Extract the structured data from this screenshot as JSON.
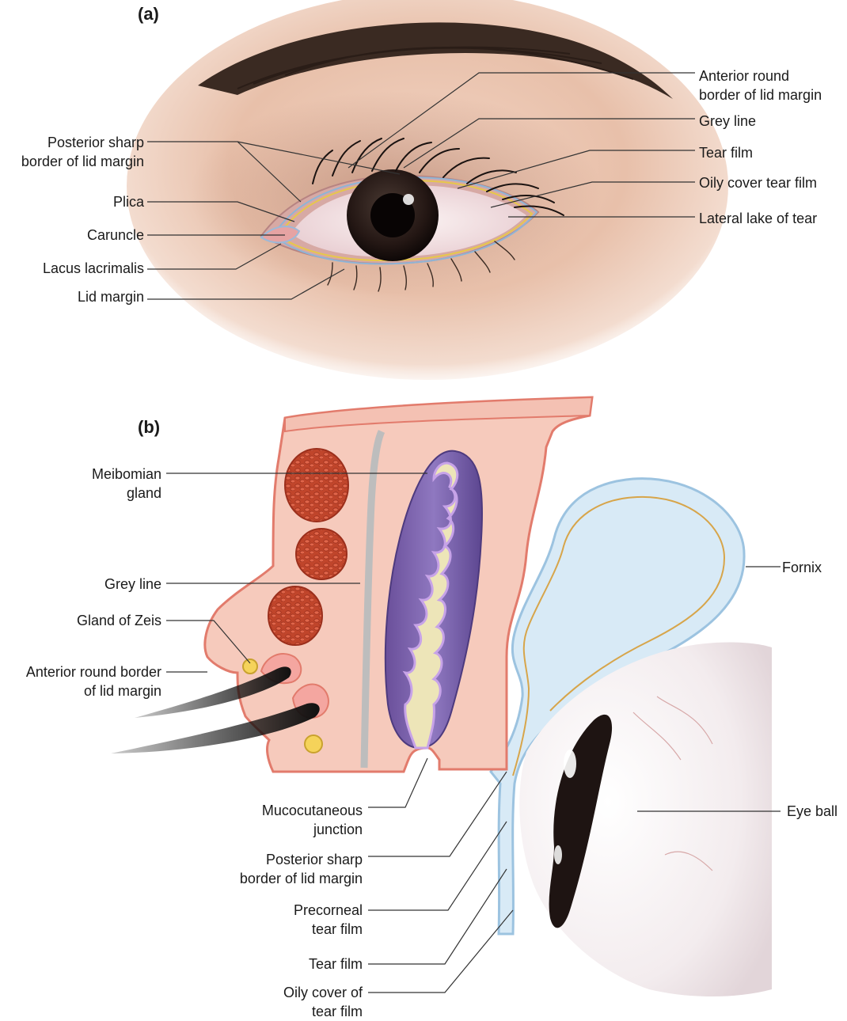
{
  "panels": {
    "a": "(a)",
    "b": "(b)"
  },
  "panel_a": {
    "left": {
      "posterior_sharp": [
        "Posterior sharp",
        "border of lid margin"
      ],
      "plica": "Plica",
      "caruncle": "Caruncle",
      "lacus": "Lacus lacrimalis",
      "lid_margin": "Lid margin"
    },
    "right": {
      "anterior_round": [
        "Anterior round",
        "border of lid margin"
      ],
      "grey_line": "Grey line",
      "tear_film": "Tear film",
      "oily_cover": "Oily cover tear film",
      "lateral_lake": "Lateral lake of tear"
    }
  },
  "panel_b": {
    "meibomian": [
      "Meibomian",
      "gland"
    ],
    "grey_line": "Grey line",
    "gland_zeis": "Gland of Zeis",
    "anterior_round": [
      "Anterior round border",
      "of lid margin"
    ],
    "fornix": "Fornix",
    "eye_ball": "Eye ball",
    "mucocutaneous": [
      "Mucocutaneous",
      "junction"
    ],
    "posterior_sharp": [
      "Posterior sharp",
      "border of lid margin"
    ],
    "precorneal": [
      "Precorneal",
      "tear film"
    ],
    "tear_film": "Tear film",
    "oily_cover": [
      "Oily cover of",
      "tear film"
    ]
  }
}
